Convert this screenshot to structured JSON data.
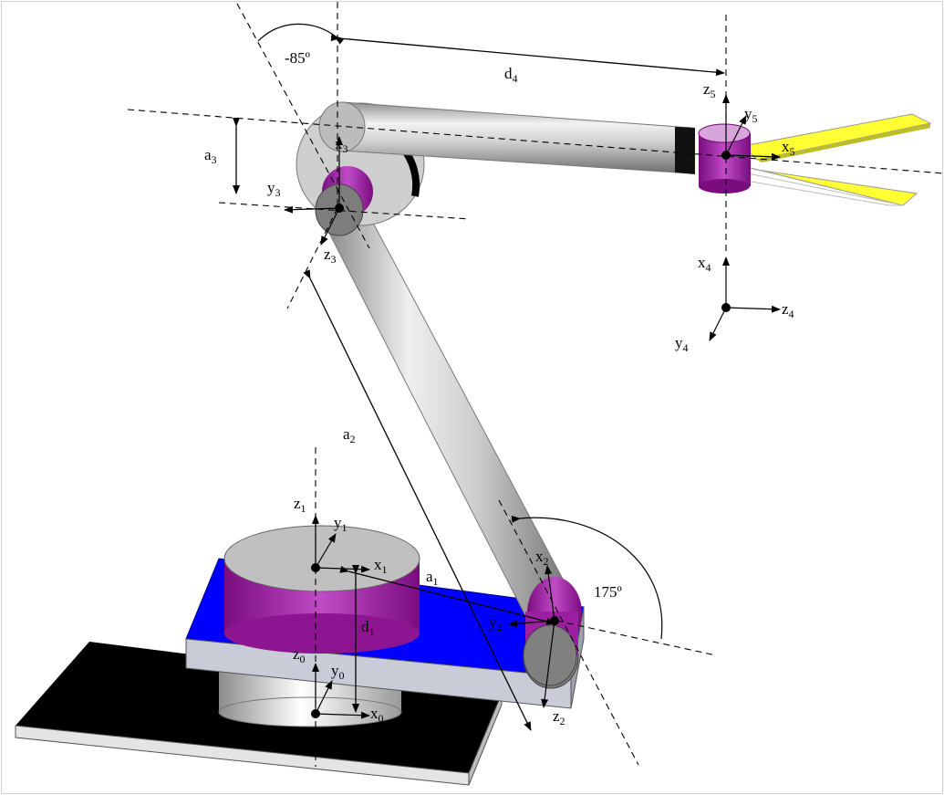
{
  "labels": {
    "angle_top": "-85º",
    "angle_bottom": "175º",
    "d4": {
      "main": "d",
      "sub": "4"
    },
    "z5": {
      "main": "z",
      "sub": "5"
    },
    "y5": {
      "main": "y",
      "sub": "5"
    },
    "x5": {
      "main": "x",
      "sub": "5"
    },
    "a3": {
      "main": "a",
      "sub": "3"
    },
    "y3": {
      "main": "y",
      "sub": "3"
    },
    "x3": {
      "main": "x",
      "sub": "3"
    },
    "z3": {
      "main": "z",
      "sub": "3"
    },
    "x4": {
      "main": "x",
      "sub": "4"
    },
    "z4": {
      "main": "z",
      "sub": "4"
    },
    "y4": {
      "main": "y",
      "sub": "4"
    },
    "a2": {
      "main": "a",
      "sub": "2"
    },
    "z1": {
      "main": "z",
      "sub": "1"
    },
    "y1": {
      "main": "y",
      "sub": "1"
    },
    "x1": {
      "main": "x",
      "sub": "1"
    },
    "a1": {
      "main": "a",
      "sub": "1"
    },
    "d1": {
      "main": "d",
      "sub": "1"
    },
    "x2": {
      "main": "x",
      "sub": "2"
    },
    "y2": {
      "main": "y",
      "sub": "2"
    },
    "z2": {
      "main": "z",
      "sub": "2"
    },
    "z0": {
      "main": "z",
      "sub": "0"
    },
    "y0": {
      "main": "y",
      "sub": "0"
    },
    "x0": {
      "main": "x",
      "sub": "0"
    }
  },
  "colors": {
    "joint": "#9b1fa0",
    "base_plate": "#0000ff",
    "ground": "#000000",
    "gripper": "#ffff33",
    "link": "#b5b5b5"
  },
  "icons": {
    "frame_origin": "filled-circle-dot"
  }
}
